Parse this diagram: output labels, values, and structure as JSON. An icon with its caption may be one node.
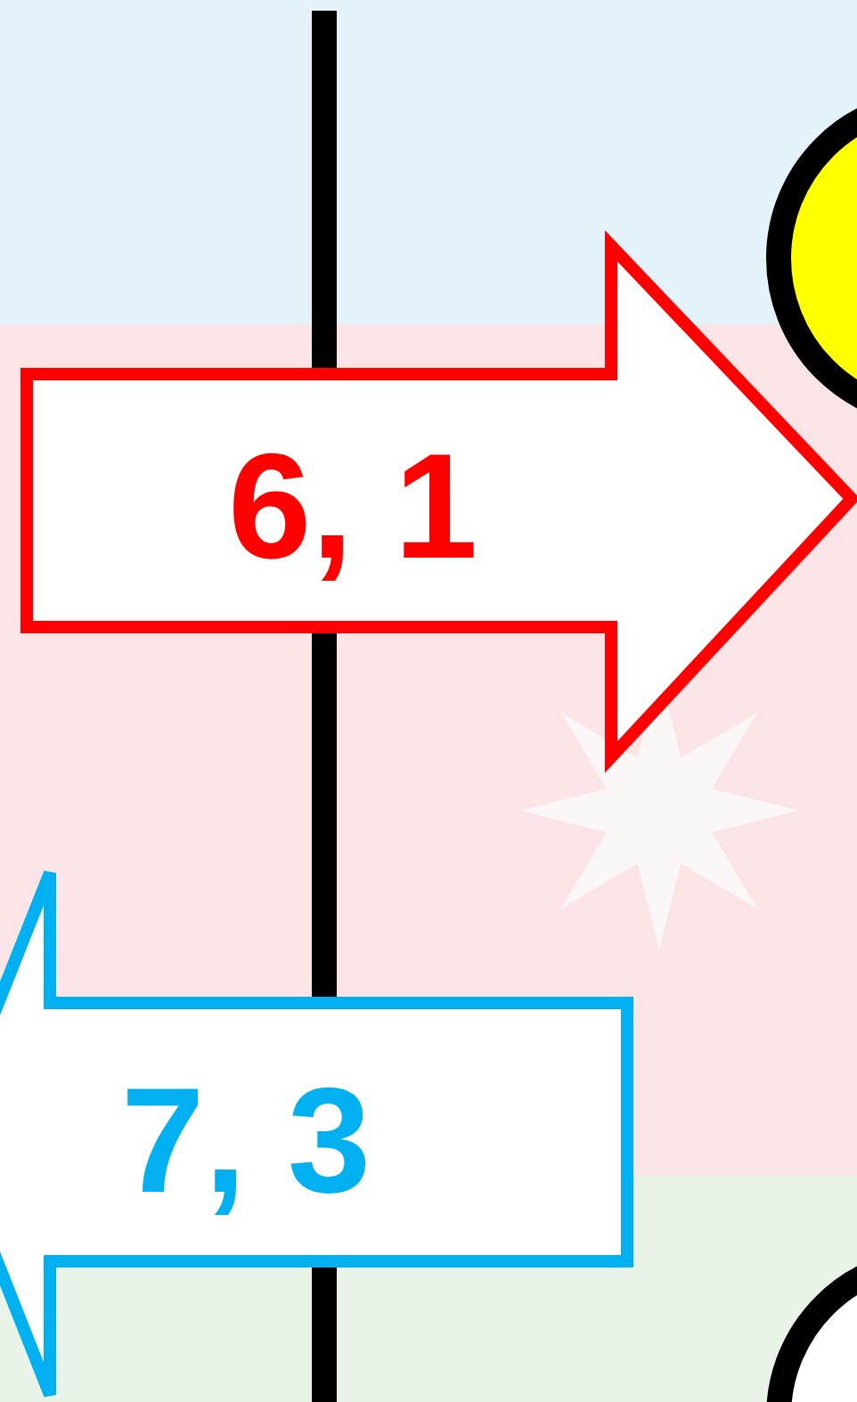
{
  "diagram": {
    "nodes": [
      {
        "text": [
          "6, 1"
        ]
      },
      {
        "text": [
          "7, 3"
        ]
      },
      {
        "text": [],
        "shape": "circle"
      },
      {
        "text": [],
        "shape": "circle"
      }
    ],
    "edges": []
  }
}
